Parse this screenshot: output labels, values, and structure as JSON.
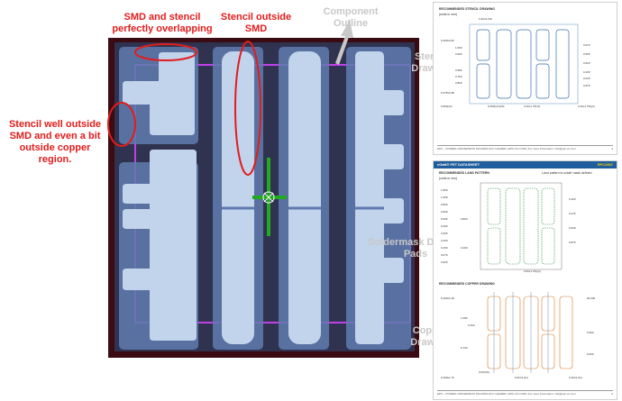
{
  "annotations": {
    "smd_overlap": [
      "SMD and stencil",
      "perfectly overlapping"
    ],
    "stencil_outside": [
      "Stencil outside",
      "SMD"
    ],
    "component_outline": "Component Outline",
    "stencil_well": [
      "Stencil well outside",
      "SMD and even a bit",
      "outside copper region."
    ],
    "stencil_drawing": "Stencil Drawing",
    "soldermask_pads": "Soldermask Defined Pads",
    "copper_drawing": "Copper Drawing"
  },
  "sheet1": {
    "title": "RECOMMENDED STENCIL DRAWING",
    "units": "(units in mm)",
    "dims": [
      "0.30x3.130",
      "0.290x0.66",
      "1.050",
      "0.960",
      "0.980",
      "0.275x0.38",
      "0.550(x2)",
      "0.050(x3.025)",
      "0.40x1.75(x3)",
      "0.40x1.75(Qx)",
      "0.070",
      "0.505",
      "0.520",
      "0.875",
      "0.760",
      "0.800",
      "0.400",
      "0.625"
    ],
    "footer": "EPC – POWER CONVERSION TECHNOLOGY LEADER | EPC-CO.COM | For more information: info@epc-co.com",
    "page": "4"
  },
  "sheet2": {
    "header": "eGaN® FET DATASHEET",
    "code": "EPC2067",
    "title": "RECOMMENDED LAND PATTERN",
    "units": "(units in mm)",
    "note": "Land pattern is solder mask defined",
    "dims": [
      "1.850",
      "1.050",
      "0.800",
      "0.600",
      "0.525",
      "0.400",
      "0.265",
      "0.200",
      "0.150",
      "0.075",
      "0.025",
      "0.800",
      "0.200",
      "0.50x1.75(Qx)",
      "0.420",
      "0.475",
      "0.600",
      "0.875"
    ],
    "title2": "RECOMMENDED COPPER DRAWING",
    "dims2": [
      "0.490x1.28",
      "1.080",
      "0.160",
      "0.730",
      "0.490x1.70",
      "0.0X0(S)",
      "0.52x3.4(x)",
      "0.40x3.4(x)",
      "90.000",
      "0.500",
      "0.600"
    ],
    "footer": "EPC – POWER CONVERSION TECHNOLOGY LEADER | EPC-CO.COM | For more information: info@epc-co.com",
    "page": "5"
  },
  "colors": {
    "board_outer": "#3a0b12",
    "board_inner": "#30334f",
    "copper": "#5f7cb0",
    "smd": "#c2d3ec",
    "trace": "#c040e8",
    "annotation_red": "#e31c1c",
    "annotation_gray": "#c8c8c8",
    "crosshair": "#22aa22"
  }
}
